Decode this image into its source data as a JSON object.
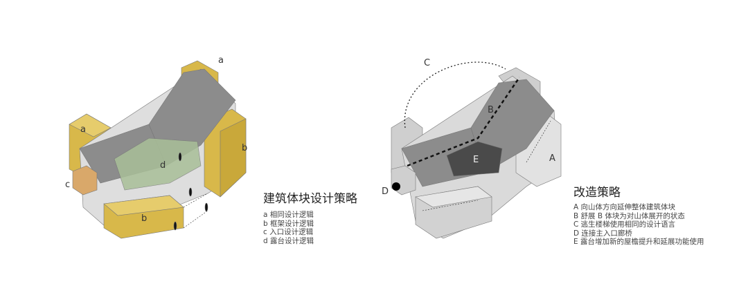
{
  "left": {
    "title": "建筑体块设计策略",
    "labels": {
      "a1": "a",
      "a2": "a",
      "b1": "b",
      "b2": "b",
      "c": "c",
      "d": "d"
    },
    "legend": [
      "a 相同设计逻辑",
      "b 框架设计逻辑",
      "c 入口设计逻辑",
      "d 露台设计逻辑"
    ]
  },
  "right": {
    "title": "改造策略",
    "labels": {
      "A": "A",
      "B": "B",
      "C": "C",
      "D": "D",
      "E": "E"
    },
    "legend": [
      "A 向山体方向延伸整体建筑体块",
      "B 舒展 B 体块为对山体展开的状态",
      "C 逃生楼梯使用相同的设计语言",
      "D 连接主入口廊桥",
      "E 露台增加新的屋檐提升和延展功能使用"
    ]
  },
  "colors": {
    "yellow": "#d8b84a",
    "roof": "#8c8c8c",
    "wall": "#d6d6d6",
    "green": "#a9bf98",
    "dark": "#4a4a4a"
  }
}
